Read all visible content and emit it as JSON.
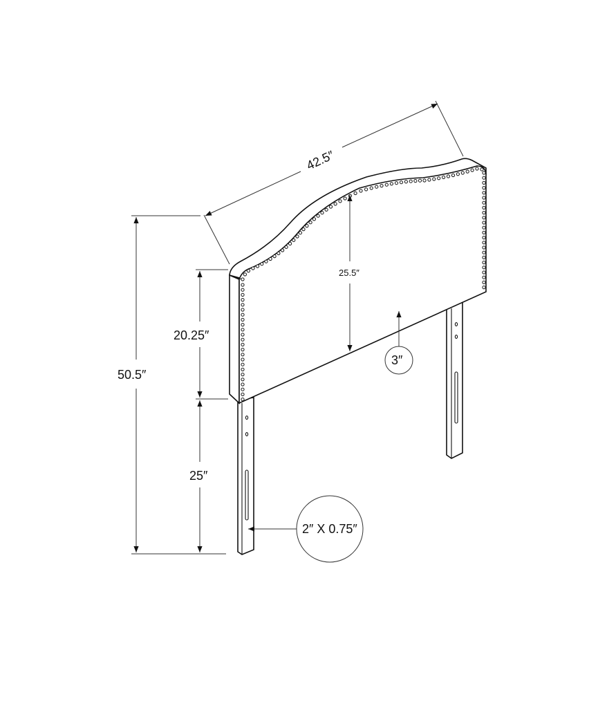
{
  "diagram": {
    "title": "Headboard dimension drawing",
    "colors": {
      "line": "#111111",
      "dimension_line": "#333333",
      "background": "#ffffff"
    },
    "dimensions": {
      "overall_width": "42.5″",
      "overall_height": "50.5″",
      "panel_height_side": "20.25″",
      "leg_height": "25″",
      "panel_height_center": "25.5″",
      "panel_thickness": "3″",
      "leg_section": "2″ X 0.75″"
    }
  }
}
